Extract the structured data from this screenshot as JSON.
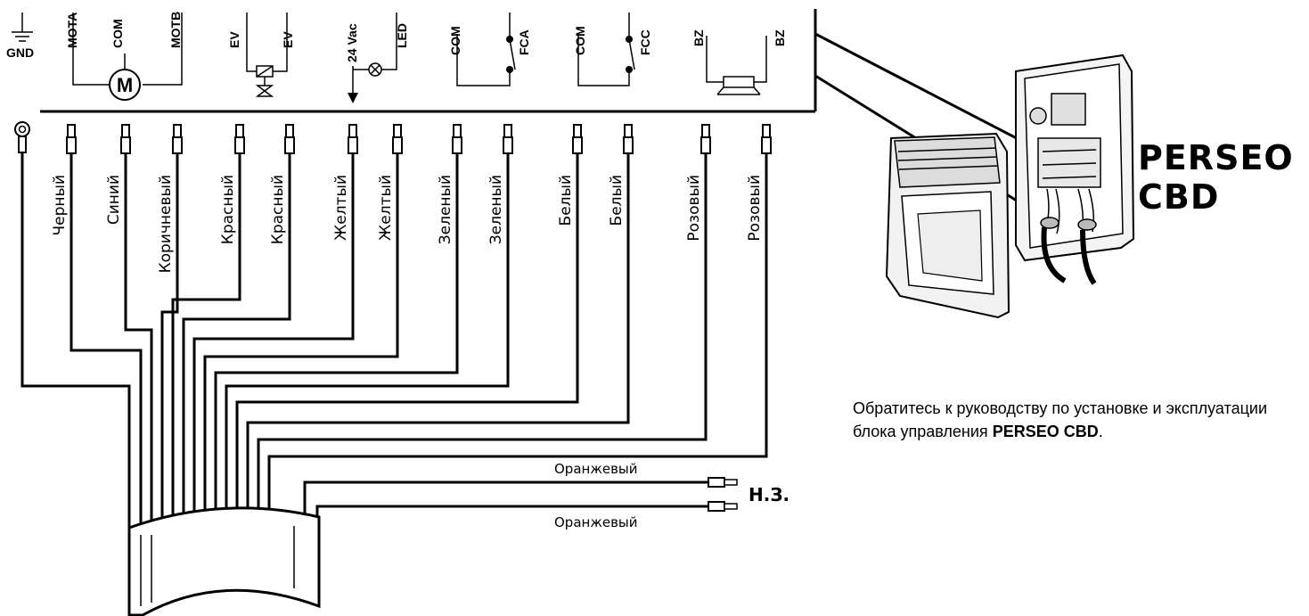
{
  "terminals": {
    "gnd": "GND",
    "mota": "MOTA",
    "com1": "COM",
    "motb": "MOTB",
    "motor_symbol": "M",
    "ev1": "EV",
    "ev2": "EV",
    "vac": "24 Vac",
    "led": "LED",
    "com2": "COM",
    "fca": "FCA",
    "com3": "COM",
    "fcc": "FCC",
    "bz1": "BZ",
    "bz2": "BZ"
  },
  "wires": [
    "Черный",
    "Синий",
    "Коричневый",
    "Красный",
    "Красный",
    "Желтый",
    "Желтый",
    "Зеленый",
    "Зеленый",
    "Белый",
    "Белый",
    "Розовый",
    "Розовый"
  ],
  "orange_wires": [
    "Оранжевый",
    "Оранжевый"
  ],
  "nc_label": "Н.З.",
  "brand": {
    "line1": "PERSEO",
    "line2": "CBD"
  },
  "note": {
    "text": "Обратитесь к руководству по установке и эксплуатации блока управления ",
    "bold": "PERSEO CBD",
    "end": "."
  },
  "icons": [
    "ground-icon",
    "motor-icon",
    "valve-icon",
    "lamp-icon",
    "switch-icon",
    "buzzer-icon",
    "ring-terminal-icon",
    "ferrule-icon"
  ]
}
